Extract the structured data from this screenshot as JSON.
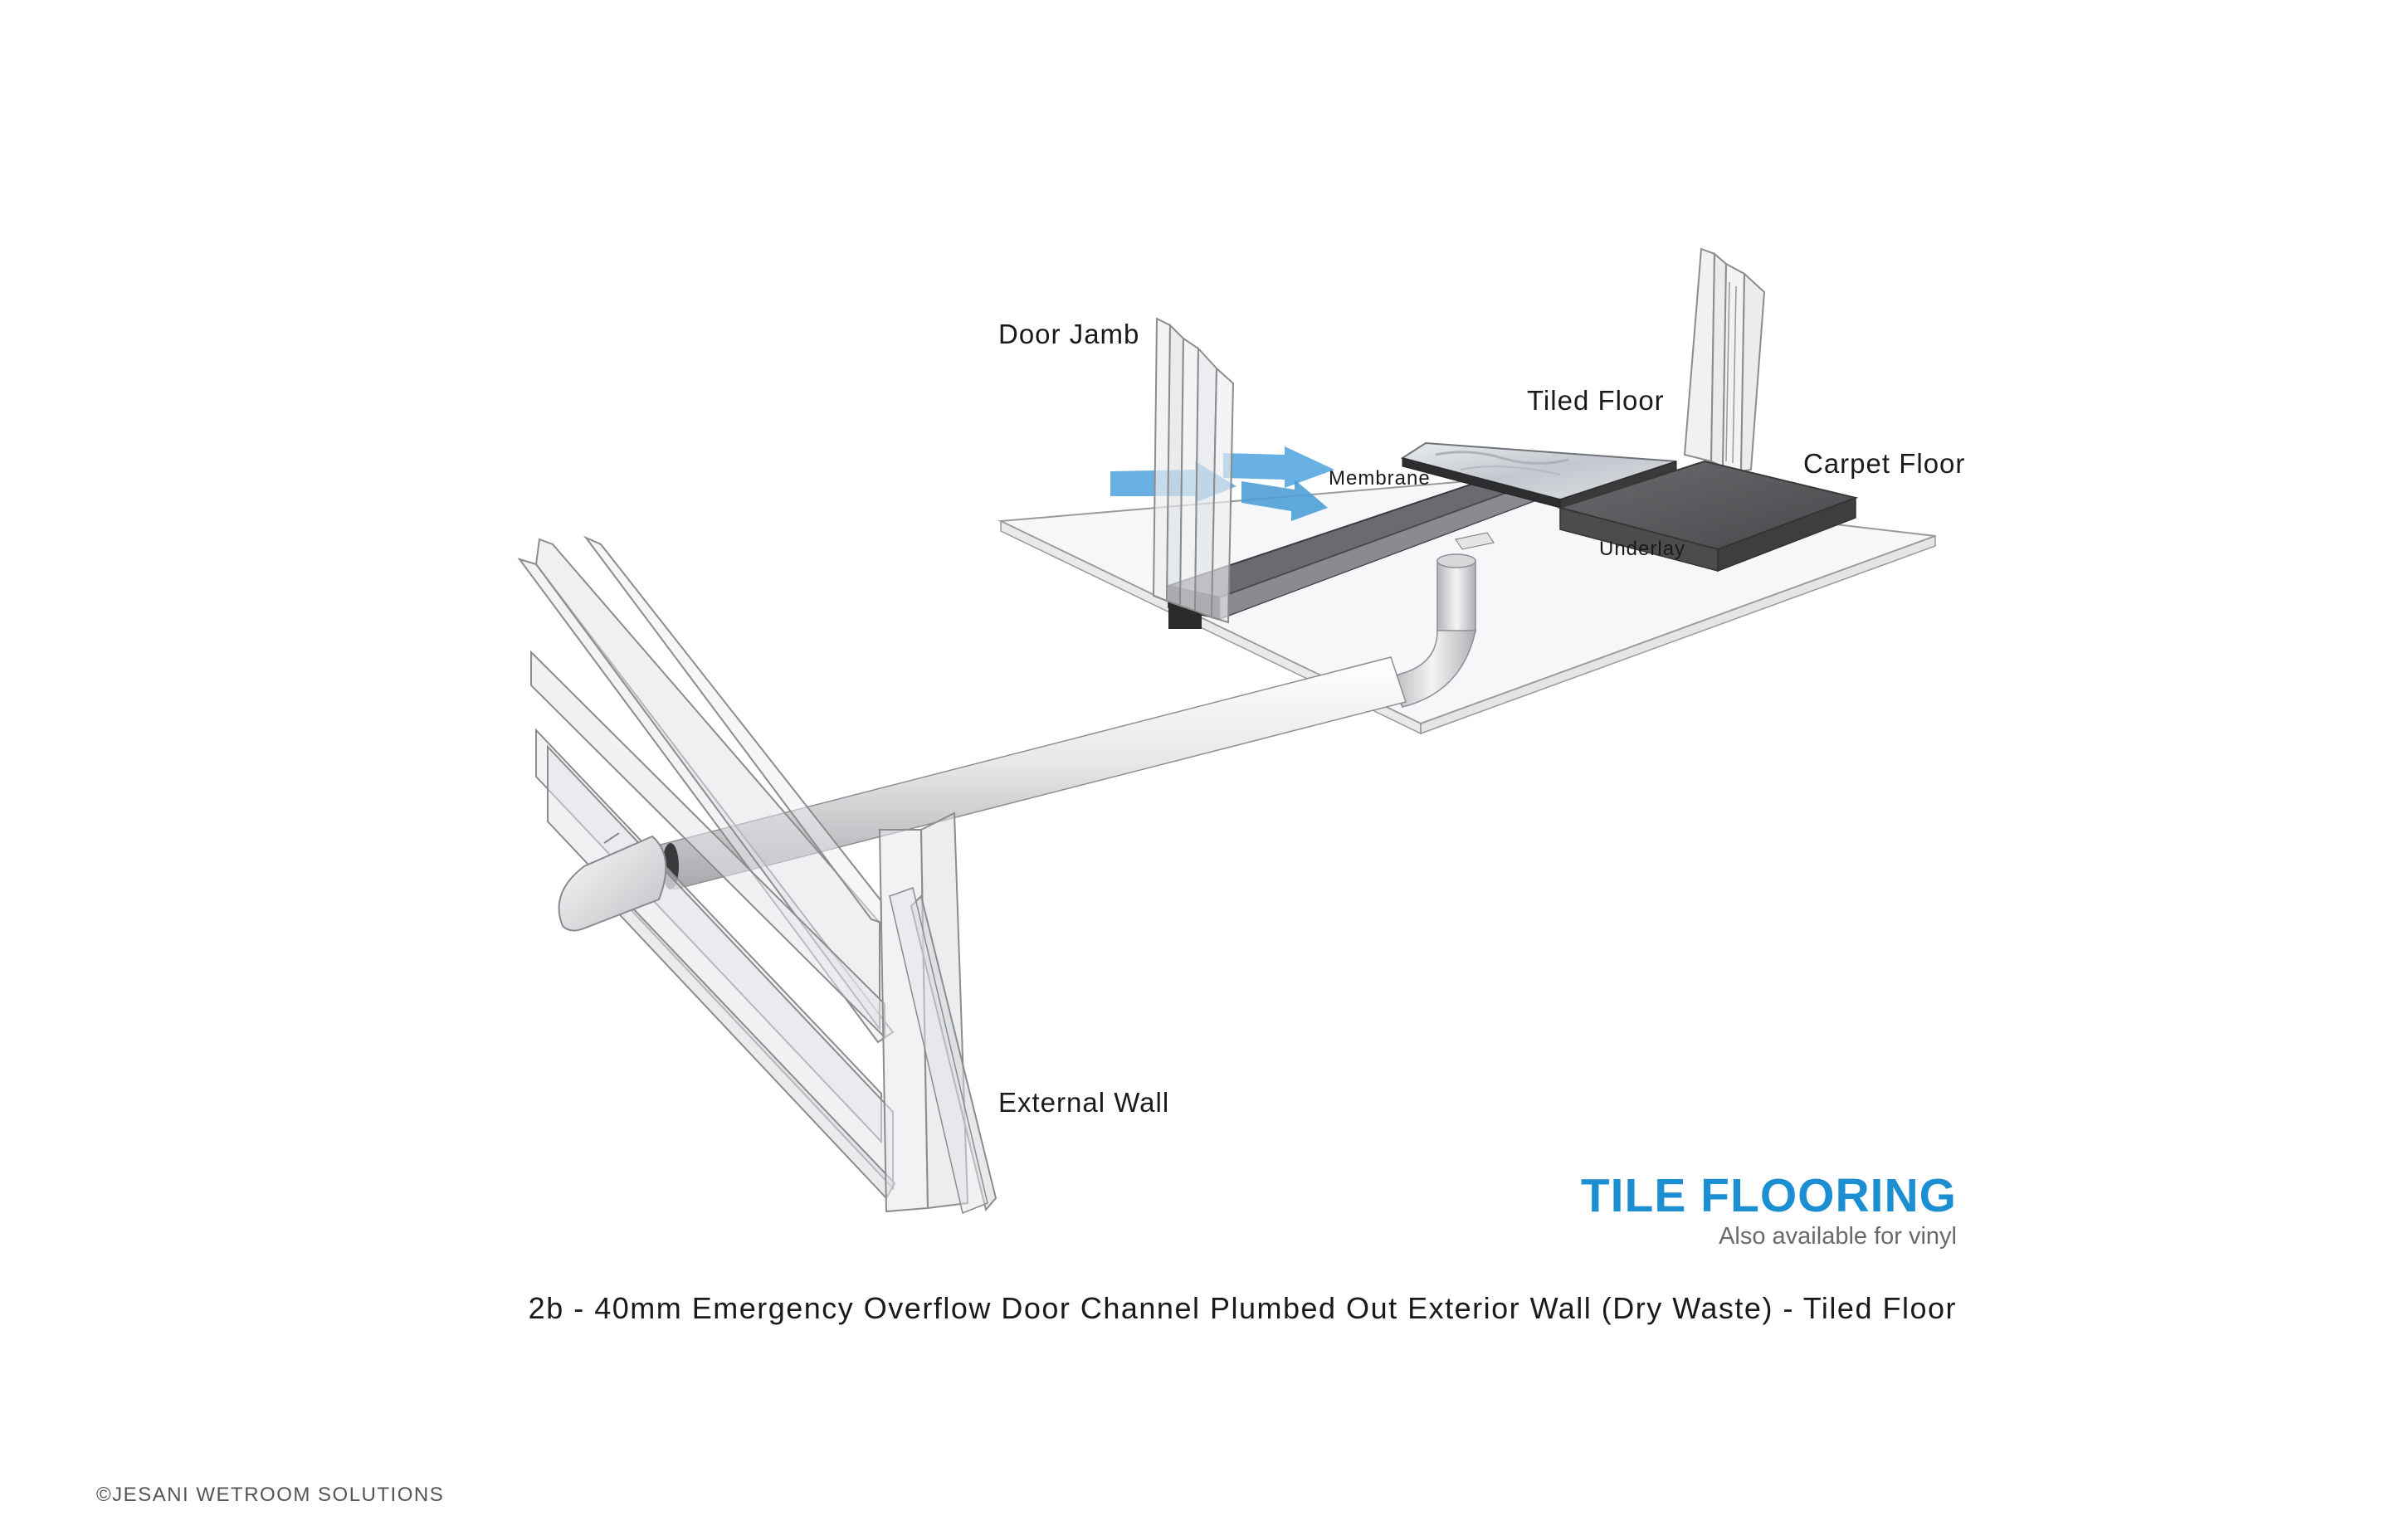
{
  "labels": {
    "door_jamb": "Door Jamb",
    "tiled_floor": "Tiled Floor",
    "carpet_floor": "Carpet Floor",
    "membrane": "Membrane",
    "underlay": "Underlay",
    "external_wall": "External Wall"
  },
  "heading": {
    "title": "TILE FLOORING",
    "subtitle": "Also available for vinyl"
  },
  "caption": "2b - 40mm Emergency Overflow Door Channel Plumbed Out Exterior Wall (Dry Waste) - Tiled Floor",
  "copyright": "©JESANI WETROOM SOLUTIONS",
  "colors": {
    "accent_blue": "#1c8fd2",
    "flow_arrow": "#5aa9e0",
    "carpet": "#5b5b5e",
    "tile": "#cfd3d8",
    "pipe": "#e6e6e8",
    "glass_edge": "#8c8c8c",
    "channel": "#2b2b2e"
  }
}
